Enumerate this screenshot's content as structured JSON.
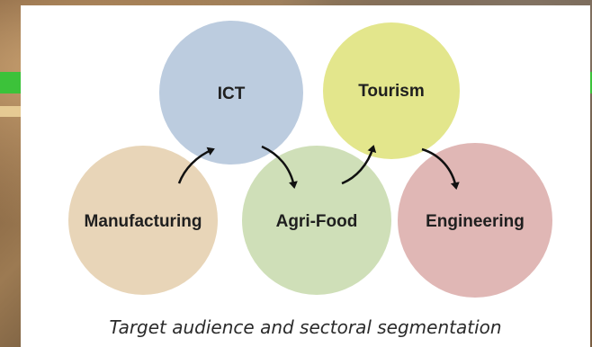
{
  "nodes": [
    {
      "id": "ict",
      "label": "ICT",
      "color": "#bcccdf"
    },
    {
      "id": "tourism",
      "label": "Tourism",
      "color": "#e3e68c"
    },
    {
      "id": "manufacturing",
      "label": "Manufacturing",
      "color": "#e8d5b8"
    },
    {
      "id": "agrifood",
      "label": "Agri-Food",
      "color": "#cfdfb8"
    },
    {
      "id": "engineering",
      "label": "Engineering",
      "color": "#e0b7b5"
    }
  ],
  "arrows": [
    {
      "from": "manufacturing",
      "to": "ict"
    },
    {
      "from": "ict",
      "to": "agrifood"
    },
    {
      "from": "agrifood",
      "to": "tourism"
    },
    {
      "from": "tourism",
      "to": "engineering"
    }
  ],
  "caption": "Target audience and sectoral segmentation"
}
